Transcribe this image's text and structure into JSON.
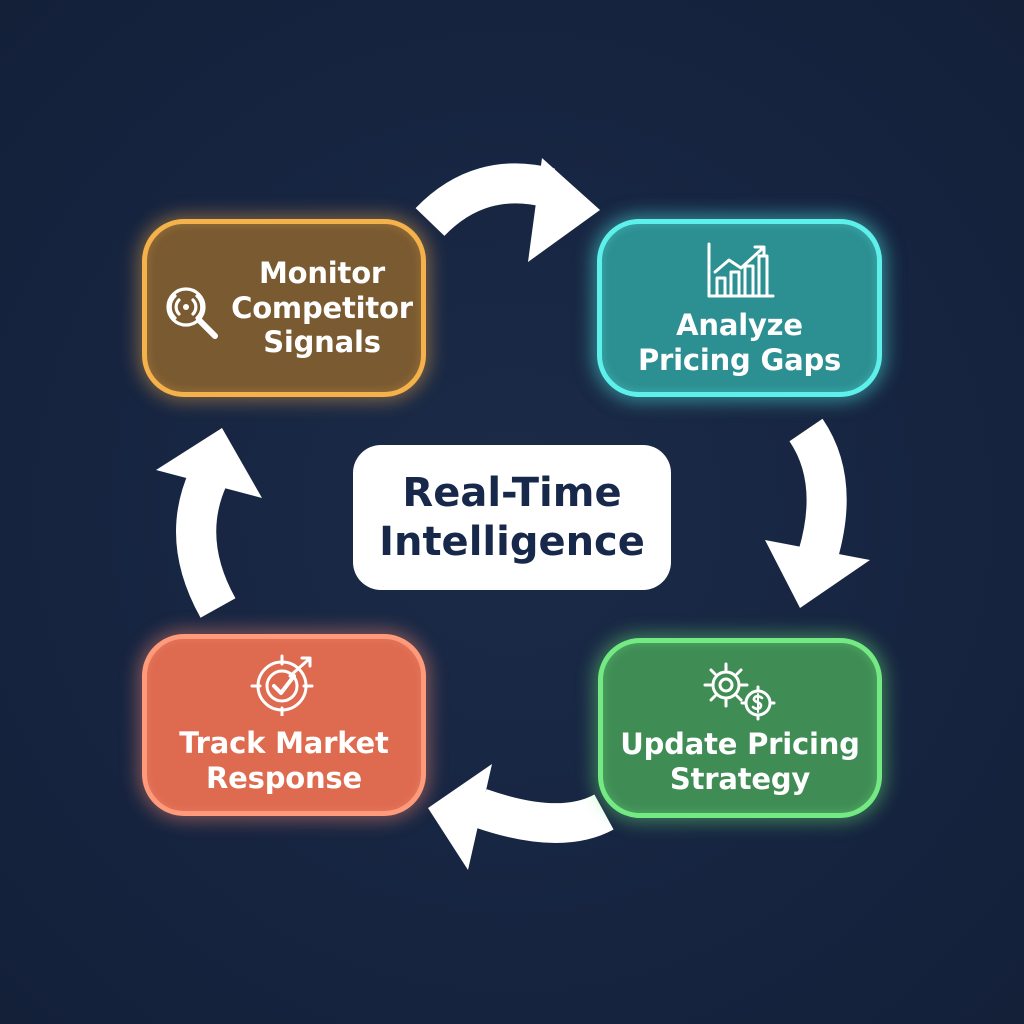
{
  "center": {
    "line1": "Real-Time",
    "line2": "Intelligence"
  },
  "steps": {
    "monitor": {
      "line1": "Monitor",
      "line2": "Competitor",
      "line3": "Signals",
      "icon": "magnifier-signal-icon",
      "color": "#f5b24a"
    },
    "analyze": {
      "line1": "Analyze",
      "line2": "Pricing Gaps",
      "icon": "bar-chart-trend-icon",
      "color": "#5ef0ea"
    },
    "update": {
      "line1": "Update Pricing",
      "line2": "Strategy",
      "icon": "gears-dollar-icon",
      "color": "#74ea82"
    },
    "track": {
      "line1": "Track Market",
      "line2": "Response",
      "icon": "target-check-icon",
      "color": "#ff9a7b"
    }
  },
  "colors": {
    "background": "#172641",
    "arrow": "#ffffff",
    "center_text": "#17284a"
  }
}
